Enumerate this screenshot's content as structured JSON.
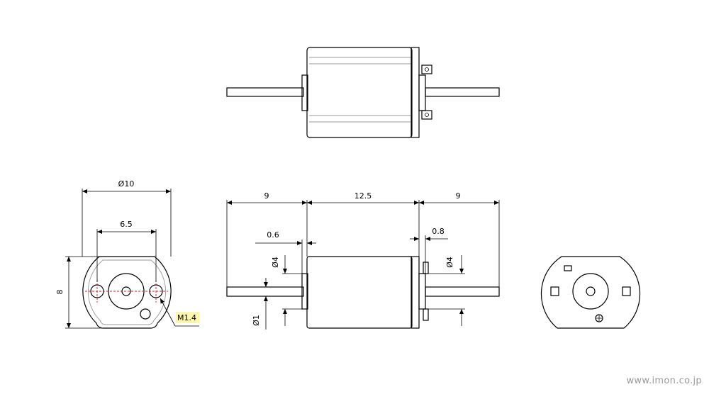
{
  "dimensions": {
    "dia_body": "Ø10",
    "hole_pitch": "6.5",
    "height": "8",
    "shaft_left_len": "9",
    "body_len": "12.5",
    "shaft_right_len": "9",
    "flange_left": "0.6",
    "flange_right": "0.8",
    "boss_left": "Ø4",
    "boss_right": "Ø4",
    "shaft_dia": "Ø1"
  },
  "notes": {
    "thread": "M1.4"
  },
  "watermark": "www.imon.co.jp",
  "colors": {
    "line": "#000000",
    "centerline": "#d02020",
    "highlight": "#fff7b0",
    "watermark": "#9b9b9b"
  }
}
